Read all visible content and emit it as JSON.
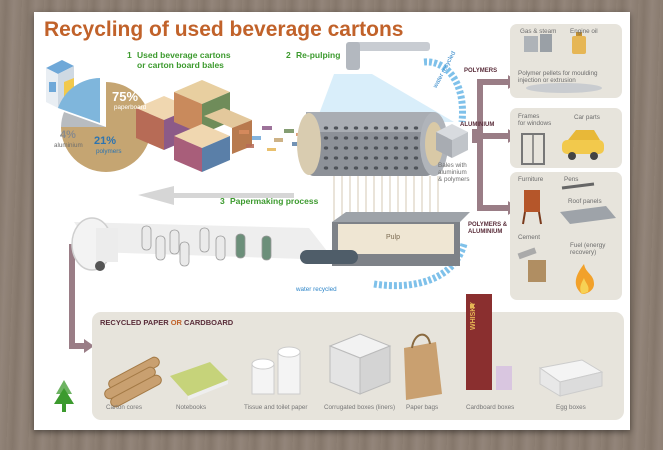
{
  "title": "Recycling of used beverage cartons",
  "steps": {
    "s1_num": "1",
    "s1_line1": "Used beverage cartons",
    "s1_line2": "or carton board bales",
    "s2_num": "2",
    "s2_text": "Re-pulping",
    "s3_num": "3",
    "s3_text": "Papermaking process"
  },
  "composition": {
    "paperboard_pct": "75%",
    "paperboard_label": "paperboard",
    "aluminium_pct": "4%",
    "aluminium_label": "aluminium",
    "polymers_pct": "21%",
    "polymers_label": "polymers"
  },
  "water": {
    "top": "water recycled",
    "bottom": "water recycled"
  },
  "bales_label": [
    "Bales with",
    "aluminium",
    "& polymers"
  ],
  "pulp_label": "Pulp",
  "categories": {
    "polymers": "POLYMERS",
    "aluminium": "ALUMINIUM",
    "poly_alu": [
      "POLYMERS &",
      "ALUMINIUM"
    ]
  },
  "panels": {
    "polymers": {
      "gas": "Gas & steam",
      "engine_oil": "Engine oil",
      "pellets": [
        "Polymer pellets for moulding",
        "injection or extrusion"
      ]
    },
    "aluminium": {
      "frames": [
        "Frames",
        "for windows"
      ],
      "car_parts": "Car parts"
    },
    "poly_alu": {
      "furniture": "Furniture",
      "pens": "Pens",
      "roof_panels": "Roof panels",
      "cement": "Cement",
      "fuel": [
        "Fuel (energy",
        "recovery)"
      ]
    }
  },
  "recycled": {
    "title_a": "RECYCLED PAPER",
    "title_or": " OR ",
    "title_b": "CARDBOARD",
    "products": [
      "Carton cores",
      "Notebooks",
      "Tissue and toilet paper",
      "Corrugated boxes (liners)",
      "Paper bags",
      "Cardboard boxes",
      "Egg boxes"
    ],
    "whisky": "WHISKY"
  },
  "colors": {
    "title": "#c1622a",
    "steps": "#3c9a2e",
    "category": "#5a2d3a",
    "arrow": "#9a7d86",
    "water": "#2f86c9",
    "pie_paperboard": "#c5a572",
    "pie_polymers": "#7fb6dc",
    "pie_aluminium": "#b8bcc0",
    "panel": "#e7e4dc"
  },
  "icons": [
    "milk-carton-icon",
    "carton-bale-icon",
    "re-pulping-drum-icon",
    "water-pipe-icon",
    "paper-machine-icon",
    "recycling-logo-icon"
  ]
}
